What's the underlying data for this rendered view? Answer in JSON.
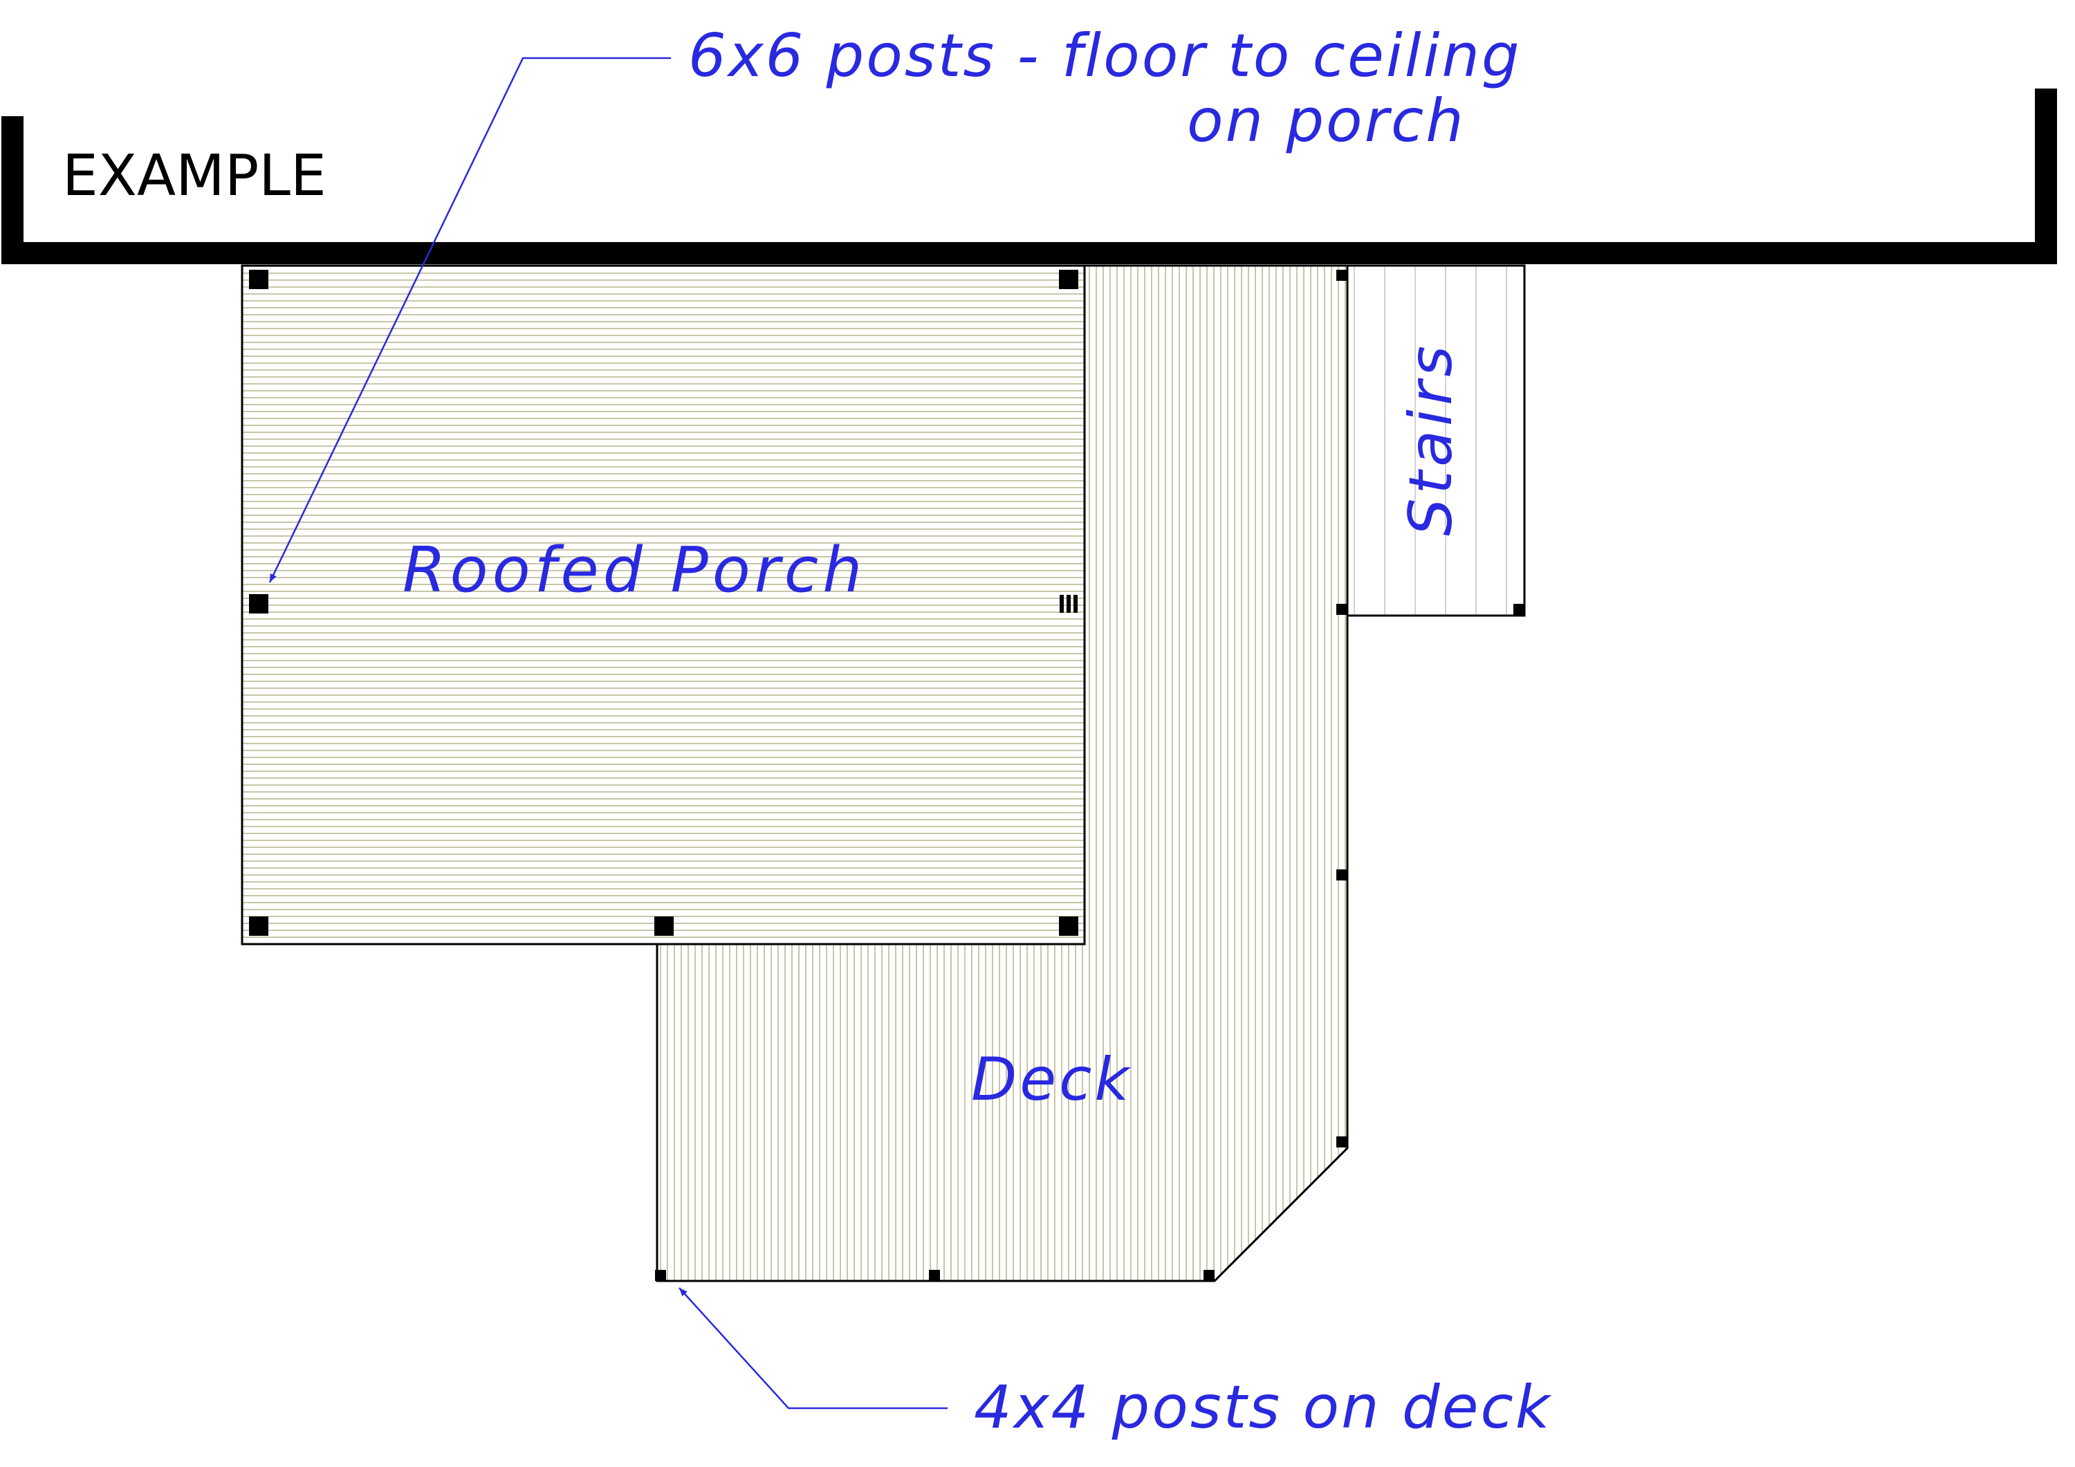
{
  "plan_title": "EXAMPLE",
  "labels": {
    "porch": "Roofed Porch",
    "deck": "Deck",
    "stairs": "Stairs"
  },
  "callouts": {
    "porch_posts_line1": "6x6 posts - floor to ceiling",
    "porch_posts_line2": "on porch",
    "deck_posts": "4x4 posts on deck"
  },
  "colors": {
    "ink": "#000000",
    "annotation": "#2929e0",
    "board": "#c8c6a8"
  }
}
